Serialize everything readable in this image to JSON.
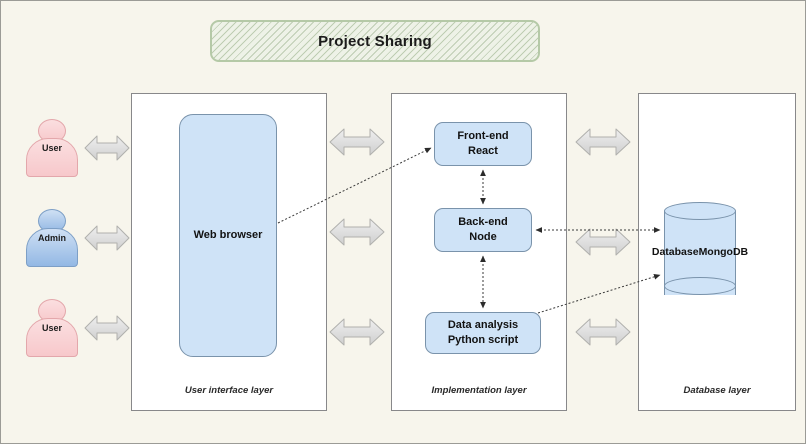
{
  "diagram": {
    "title": "Project Sharing",
    "background_color": "#f7f5ec",
    "title_border_color": "#b5c9a7",
    "node_fill_color": "#cfe3f7",
    "node_border_color": "#7a93ab",
    "arrow_fill_color": "#d9d9d9"
  },
  "actors": [
    {
      "label": "User",
      "color": "#f7c8cb",
      "kind": "pink"
    },
    {
      "label": "Admin",
      "color": "#93b8e4",
      "kind": "blue"
    },
    {
      "label": "User",
      "color": "#f7c8cb",
      "kind": "pink"
    }
  ],
  "layers": [
    {
      "id": "ui",
      "label": "User interface layer"
    },
    {
      "id": "impl",
      "label": "Implementation layer"
    },
    {
      "id": "db",
      "label": "Database layer"
    }
  ],
  "nodes": {
    "web_browser": "Web browser",
    "frontend": "Front-end\nReact",
    "frontend_line1": "Front-end",
    "frontend_line2": "React",
    "backend_line1": "Back-end",
    "backend_line2": "Node",
    "python_line1": "Data analysis",
    "python_line2": "Python script",
    "database_line1": "Database",
    "database_line2": "MongoDB"
  },
  "icons": {
    "block_arrow": "double-headed-arrow-icon",
    "actor": "user-actor-icon",
    "database": "database-cylinder-icon"
  },
  "connections": [
    {
      "from": "web-browser",
      "to": "frontend-react",
      "style": "dotted",
      "direction": "one-way"
    },
    {
      "from": "frontend-react",
      "to": "backend-node",
      "style": "dotted",
      "direction": "two-way"
    },
    {
      "from": "backend-node",
      "to": "python-script",
      "style": "dotted",
      "direction": "two-way"
    },
    {
      "from": "backend-node",
      "to": "database",
      "style": "dotted",
      "direction": "two-way"
    },
    {
      "from": "python-script",
      "to": "database",
      "style": "dotted",
      "direction": "one-way"
    }
  ]
}
